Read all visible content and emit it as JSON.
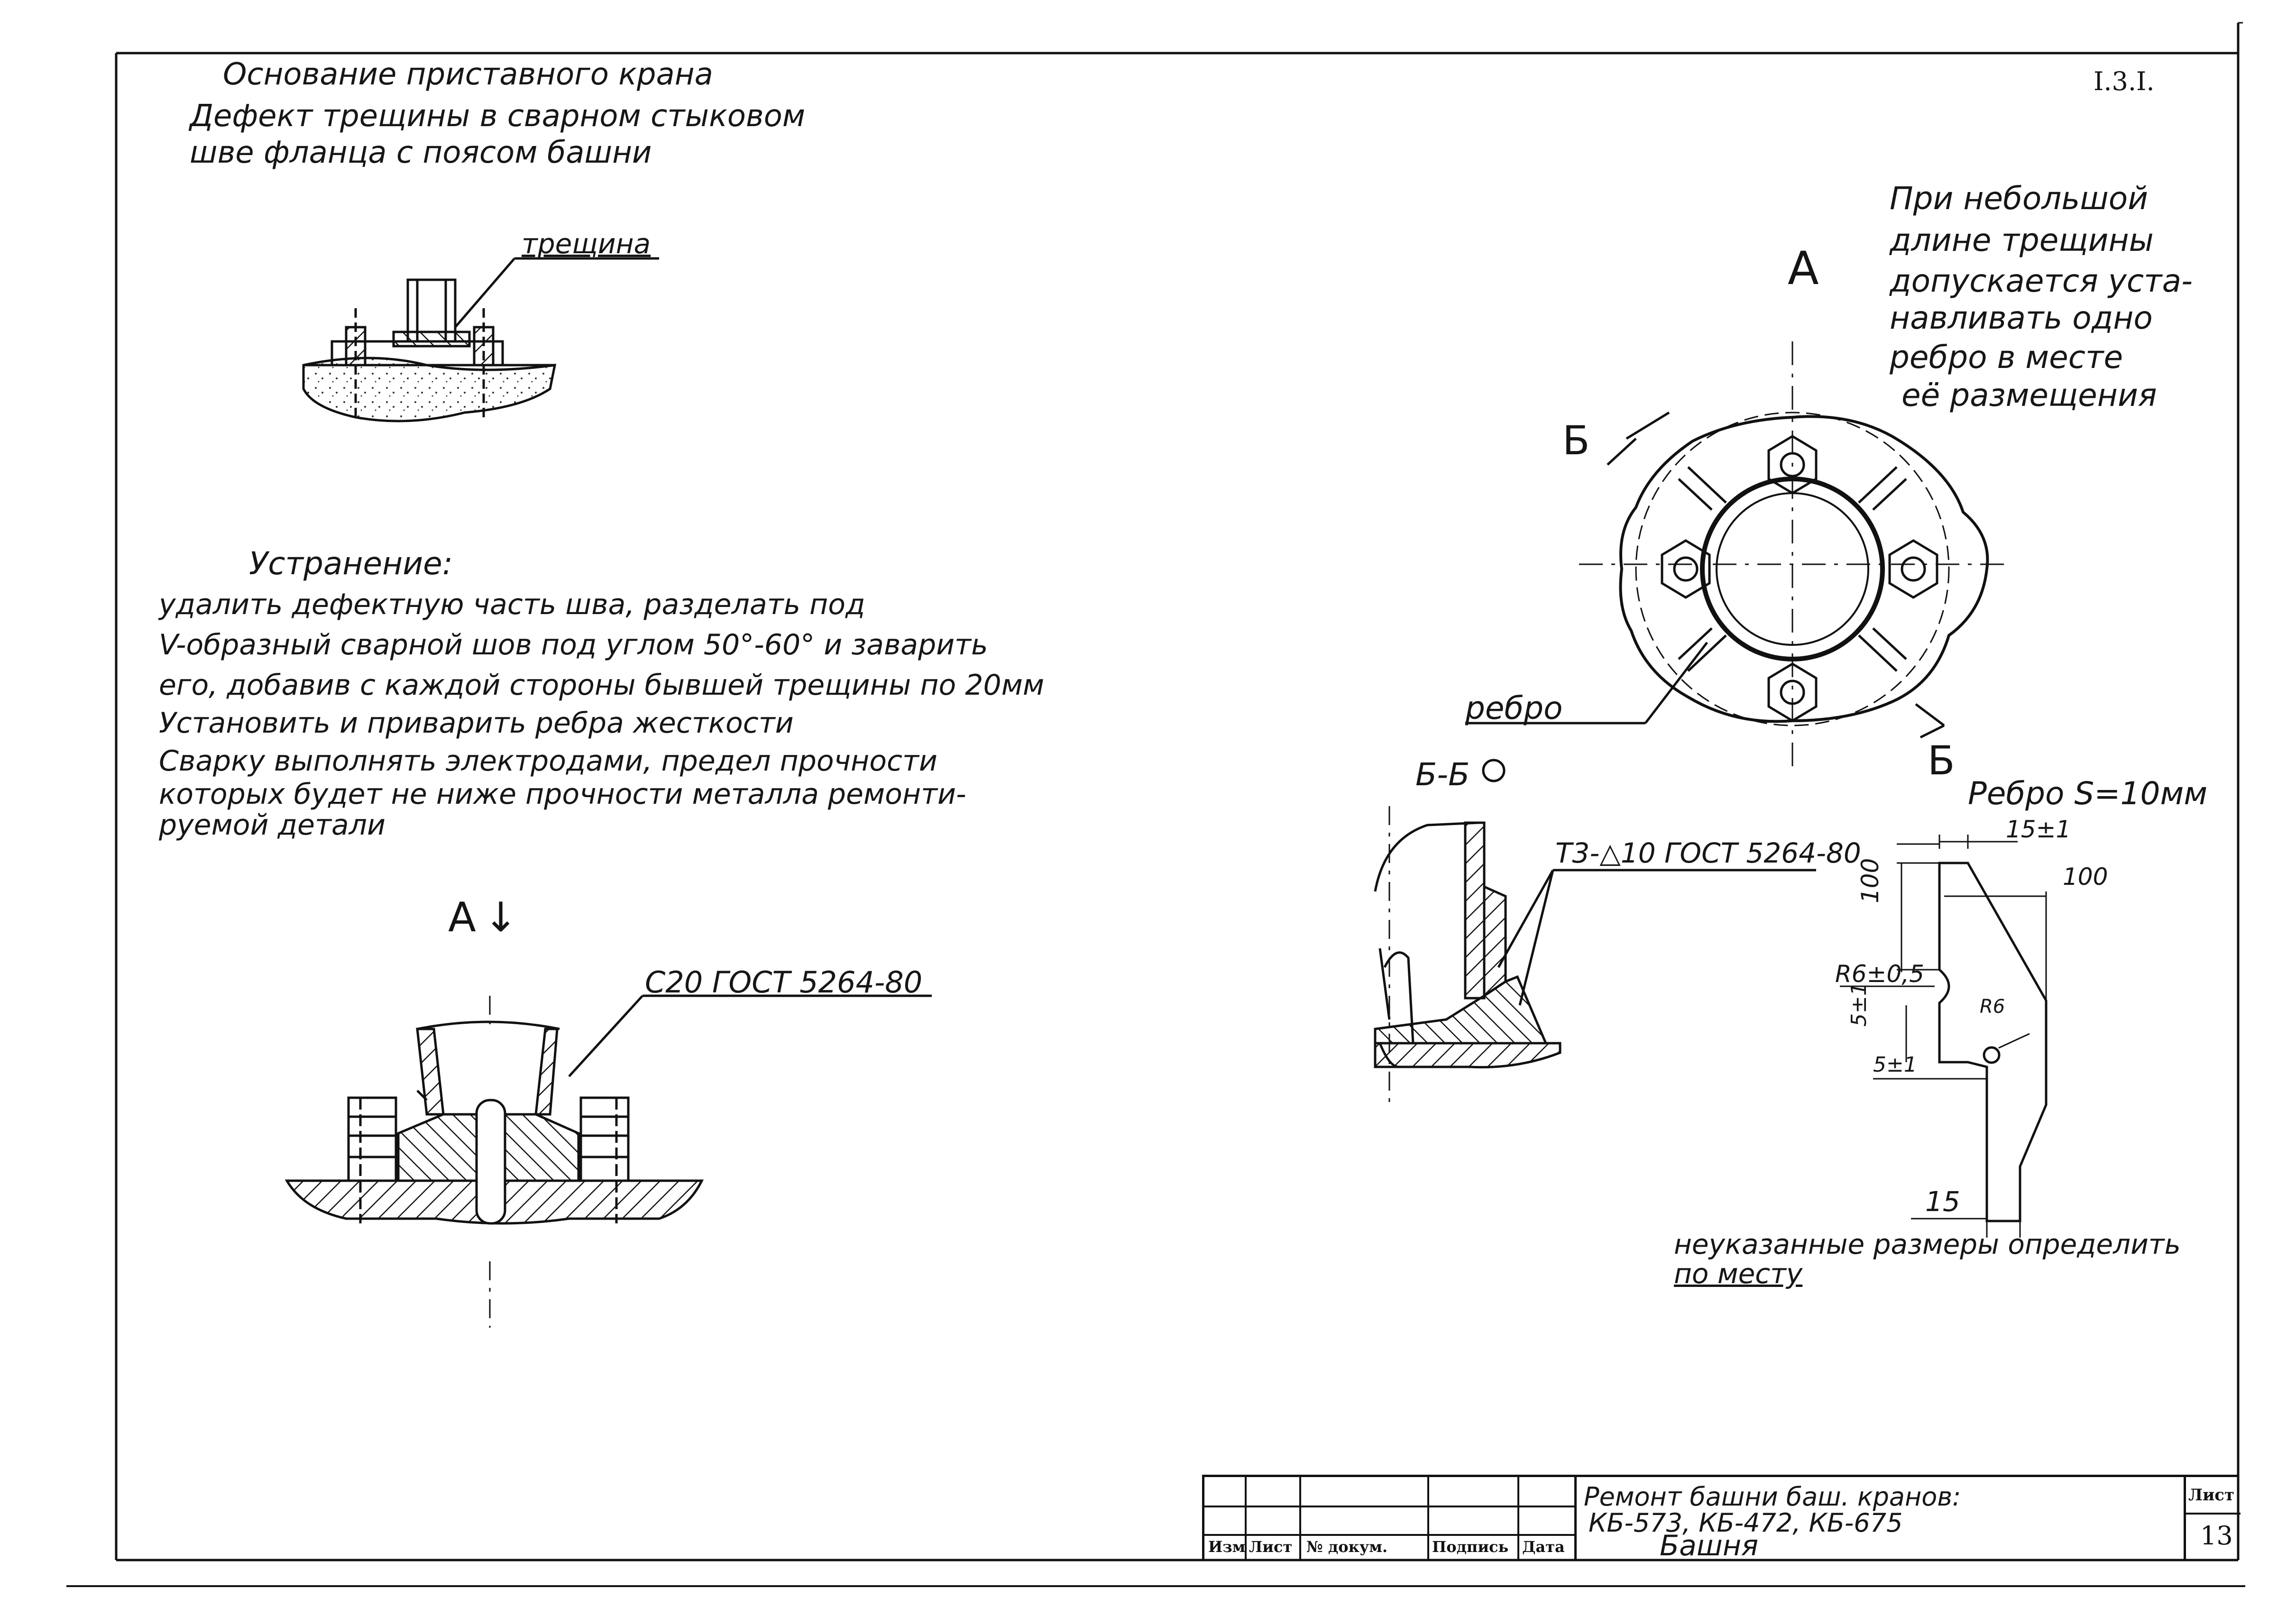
{
  "sheet_code": "I.3.I.",
  "title": {
    "line1": "Основание приставного крана",
    "line2": "Дефект трещины в сварном стыковом",
    "line3": "шве фланца с поясом башни"
  },
  "labels": {
    "crack": "трещина",
    "view_a_top": "А",
    "view_a_arrow": "А",
    "section_b_left": "Б",
    "section_b_right": "Б",
    "rib": "ребро",
    "section_bb": "Б-Б",
    "weld_c20": "С20 ГОСТ 5264-80",
    "weld_t3": "Т3-△10 ГОСТ 5264-80",
    "rib_title": "Ребро S=10мм"
  },
  "note_right": [
    "При небольшой",
    "длине трещины",
    "допускается уста-",
    "навливать одно",
    "ребро в месте",
    "её размещения"
  ],
  "repair": {
    "heading": "Устранение:",
    "lines": [
      "удалить дефектную часть шва, разделать под",
      "V-образный сварной шов под углом 50°-60° и заварить",
      "его, добавив с каждой стороны бывшей трещины по 20мм",
      "Установить и приварить ребра жесткости",
      "Сварку выполнять электродами, предел прочности",
      "которых будет не ниже прочности металла ремонти-",
      "руемой детали"
    ]
  },
  "dimensions": {
    "d15pm1": "15±1",
    "d100_v": "100",
    "d100_h": "100",
    "r6pm05": "R6±0,5",
    "d5pm1_a": "5±1",
    "r6": "R6",
    "d5pm1_b": "5±1",
    "d15": "15"
  },
  "bottom_note": {
    "line1": "неуказанные размеры определить",
    "line2": "по месту"
  },
  "title_block": {
    "headers": [
      "Изм",
      "Лист",
      "№ докум.",
      "Подпись",
      "Дата"
    ],
    "title_line1": "Ремонт башни баш. кранов:",
    "title_line2": "КБ-573, КБ-472, КБ-675",
    "title_line3": "Башня",
    "sheet_label": "Лист",
    "sheet_number": "13"
  }
}
